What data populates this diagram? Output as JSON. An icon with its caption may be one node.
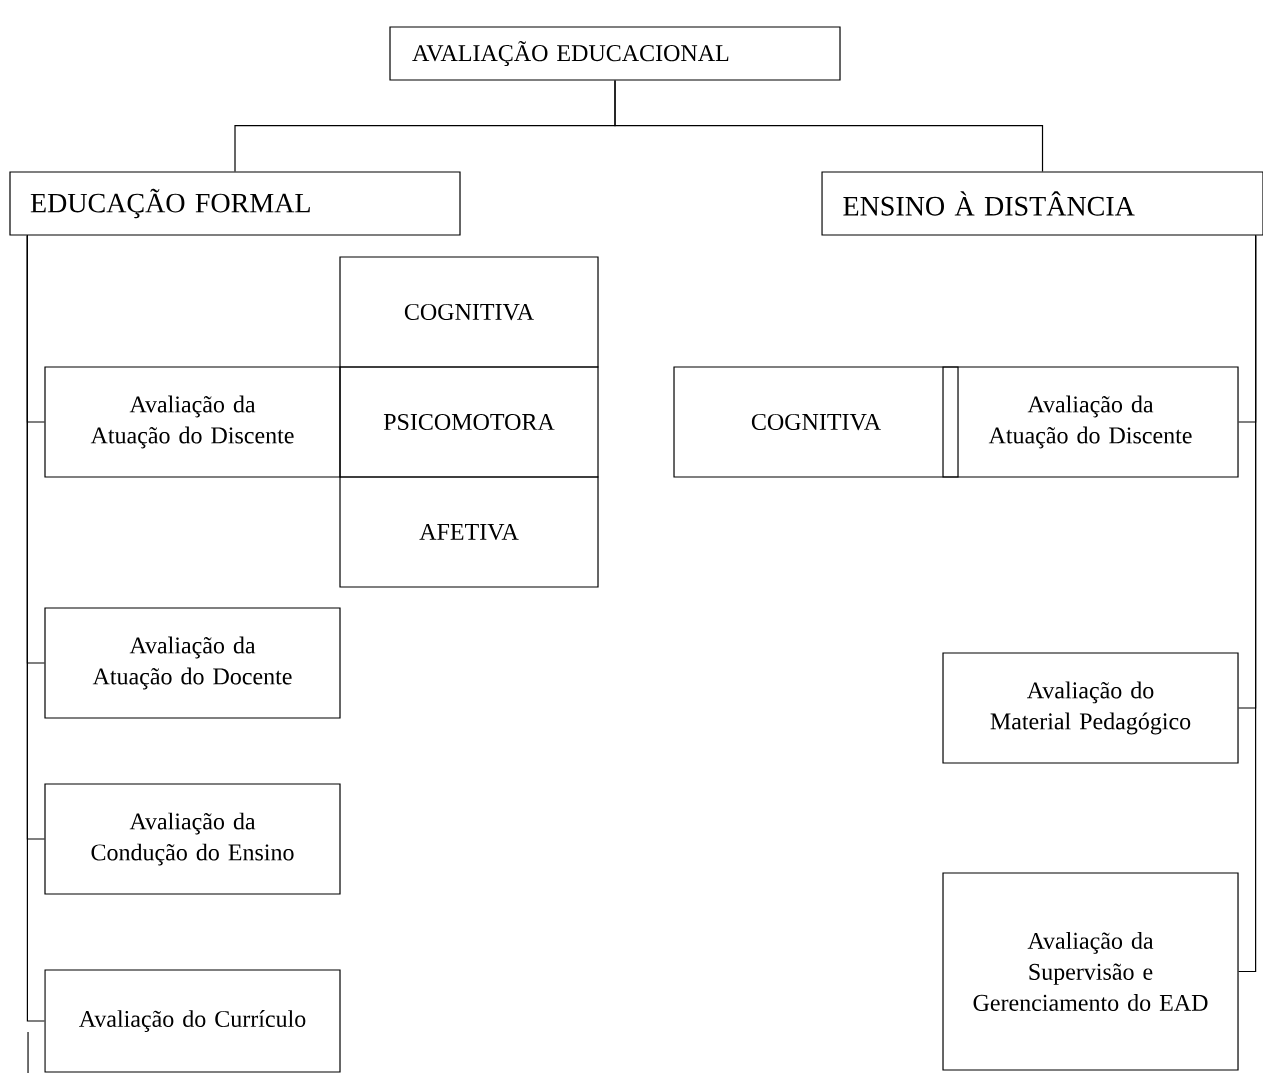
{
  "diagram": {
    "nodes": [
      {
        "text": [
          "AVALIAÇÃO EDUCACIONAL"
        ]
      },
      {
        "text": [
          "EDUCAÇÃO FORMAL"
        ]
      },
      {
        "text": [
          "ENSINO À DISTÂNCIA"
        ]
      },
      {
        "text": [
          "Avaliação da Atuação do Discente"
        ]
      },
      {
        "text": [
          "COGNITIVA"
        ]
      },
      {
        "text": [
          "PSICOMOTORA"
        ]
      },
      {
        "text": [
          "AFETIVA"
        ]
      },
      {
        "text": [
          "Avaliação da Atuação do Docente"
        ]
      },
      {
        "text": [
          "Avaliação da Condução do Ensino"
        ]
      },
      {
        "text": [
          "Avaliação do Currículo"
        ]
      },
      {
        "text": [
          "COGNITIVA"
        ]
      },
      {
        "text": [
          "Avaliação da Atuação do Discente"
        ]
      },
      {
        "text": [
          "Avaliação do Material Pedagógico"
        ]
      },
      {
        "text": [
          "Avaliação da Supervisão e Gerenciamento do EAD"
        ]
      }
    ],
    "edges": [
      {
        "from": 0,
        "to": 1,
        "arrow": "none"
      },
      {
        "from": 0,
        "to": 2,
        "arrow": "none"
      },
      {
        "from": 1,
        "to": 3,
        "arrow": "none"
      },
      {
        "from": 1,
        "to": 7,
        "arrow": "none"
      },
      {
        "from": 1,
        "to": 8,
        "arrow": "none"
      },
      {
        "from": 1,
        "to": 9,
        "arrow": "none"
      },
      {
        "from": 2,
        "to": 11,
        "arrow": "none"
      },
      {
        "from": 2,
        "to": 12,
        "arrow": "none"
      },
      {
        "from": 2,
        "to": 13,
        "arrow": "none"
      }
    ]
  }
}
